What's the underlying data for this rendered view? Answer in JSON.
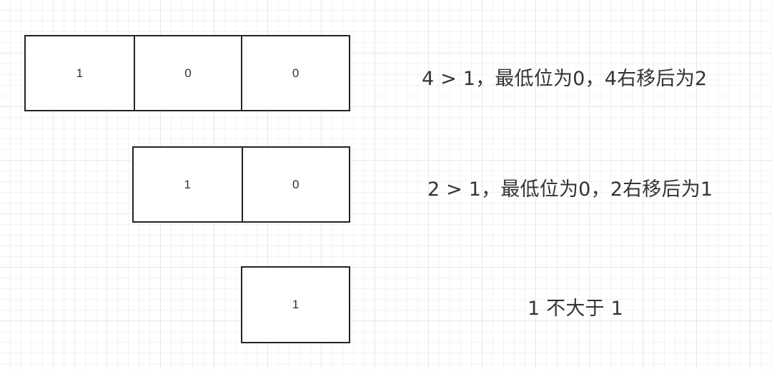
{
  "steps": [
    {
      "bits": [
        "1",
        "0",
        "0"
      ],
      "note": "4 > 1，最低位为0，4右移后为2"
    },
    {
      "bits": [
        "1",
        "0"
      ],
      "note": "2 > 1，最低位为0，2右移后为1"
    },
    {
      "bits": [
        "1"
      ],
      "note": "1 不大于 1"
    }
  ]
}
